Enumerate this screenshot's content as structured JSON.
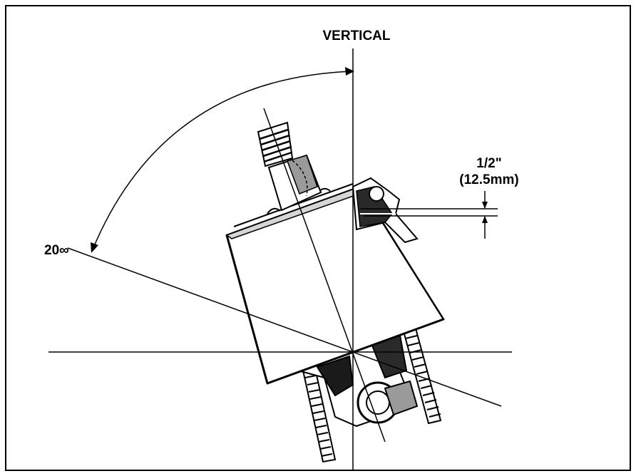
{
  "labels": {
    "vertical": "VERTICAL",
    "angle": "20∞",
    "offset_in": "1/2\"",
    "offset_mm": "(12.5mm)"
  },
  "colors": {
    "ink": "#000000",
    "paper": "#ffffff",
    "mid_gray": "#9a9a9a",
    "light_gray": "#d6d6d6"
  }
}
